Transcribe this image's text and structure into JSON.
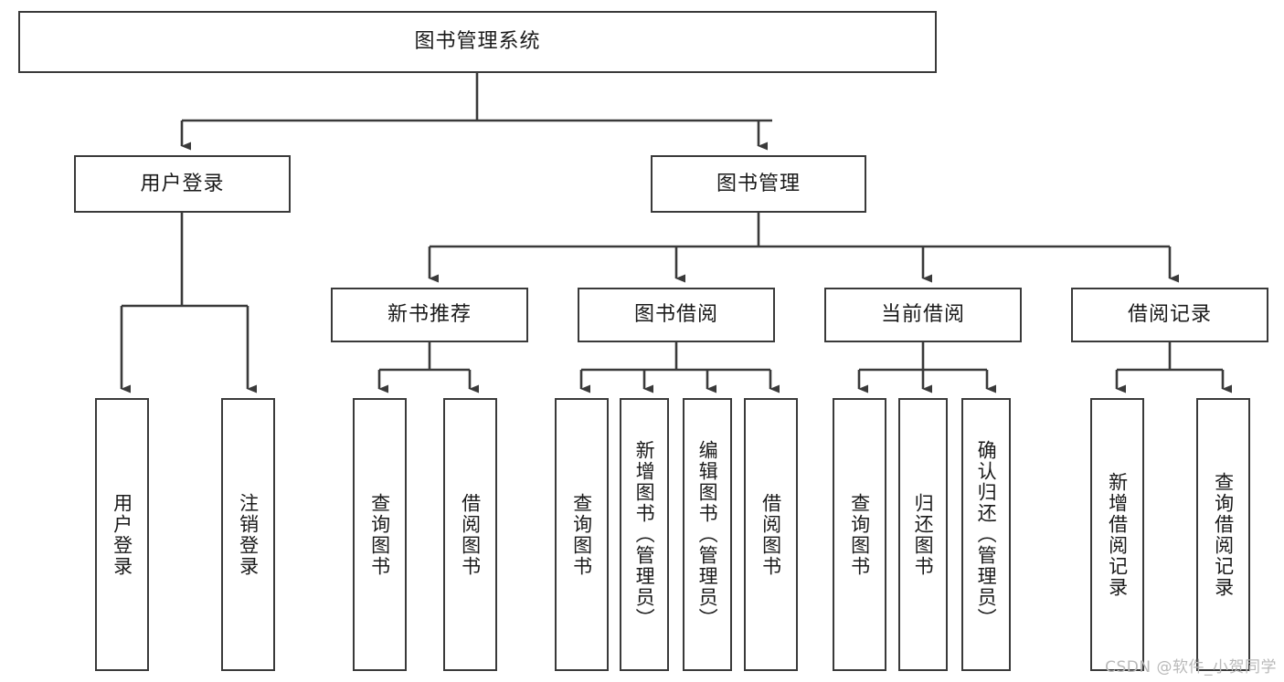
{
  "diagram": {
    "title": "图书管理系统",
    "type": "tree",
    "colors": {
      "box_border": "#3a3a3a",
      "box_fill": "#ffffff",
      "connector": "#3a3a3a",
      "text": "#1a1a1a",
      "watermark": "#b9b9b9",
      "background": "#ffffff"
    },
    "root": {
      "label": "图书管理系统"
    },
    "level2": [
      {
        "label": "用户登录"
      },
      {
        "label": "图书管理"
      }
    ],
    "level3": [
      {
        "label": "新书推荐"
      },
      {
        "label": "图书借阅"
      },
      {
        "label": "当前借阅"
      },
      {
        "label": "借阅记录"
      }
    ],
    "leaves": {
      "user_login": [
        {
          "label": "用户登录"
        },
        {
          "label": "注销登录"
        }
      ],
      "new_book": [
        {
          "label": "查询图书"
        },
        {
          "label": "借阅图书"
        }
      ],
      "book_borrow": [
        {
          "label": "查询图书"
        },
        {
          "label": "新增图书（管理员）"
        },
        {
          "label": "编辑图书（管理员）"
        },
        {
          "label": "借阅图书"
        }
      ],
      "current_borrow": [
        {
          "label": "查询图书"
        },
        {
          "label": "归还图书"
        },
        {
          "label": "确认归还（管理员）"
        }
      ],
      "borrow_record": [
        {
          "label": "新增借阅记录"
        },
        {
          "label": "查询借阅记录"
        }
      ]
    }
  },
  "watermark": {
    "text": "CSDN @软件_小贺同学"
  }
}
